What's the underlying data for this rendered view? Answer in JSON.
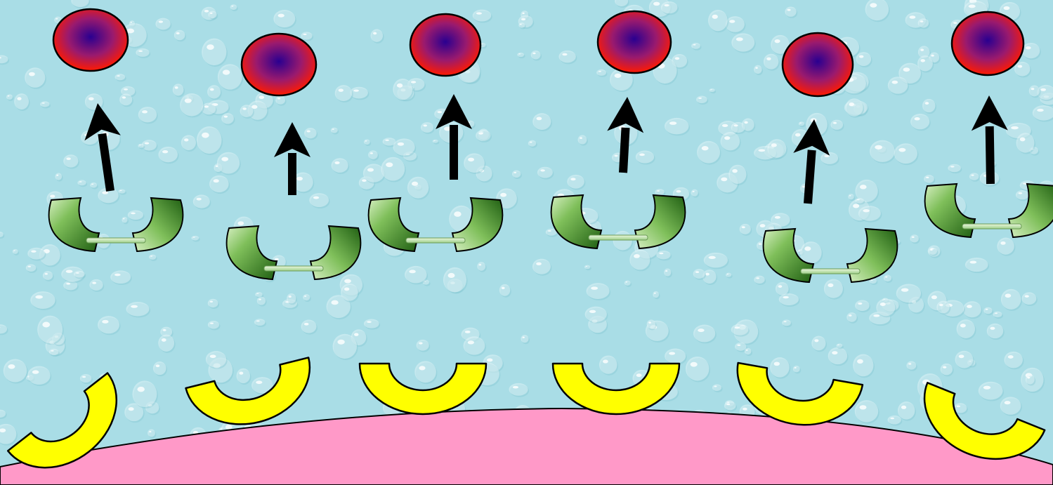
{
  "scene": {
    "background_color": "#a9dde6",
    "bubble_highlight_color": "#e9f8fb",
    "bubble_shadow_color": "#7fc2cf",
    "cell_color": "#ff99c8",
    "receptor_color": "#ffff00",
    "ball_colors": {
      "center": "#2a0090",
      "mid": "#9a1a6e",
      "edge": "#ff1a00"
    },
    "claw_colors": {
      "light": "#d6efc2",
      "dark": "#1f5e12"
    },
    "arrow_color": "#000000",
    "units": [
      {
        "id": 1,
        "ball": "ball-1",
        "arrow": "arrow-up",
        "antibody": "antibody-1",
        "receptor": "receptor-1"
      },
      {
        "id": 2,
        "ball": "ball-2",
        "arrow": "arrow-up",
        "antibody": "antibody-2",
        "receptor": "receptor-2"
      },
      {
        "id": 3,
        "ball": "ball-3",
        "arrow": "arrow-up",
        "antibody": "antibody-3",
        "receptor": "receptor-3"
      },
      {
        "id": 4,
        "ball": "ball-4",
        "arrow": "arrow-up",
        "antibody": "antibody-4",
        "receptor": "receptor-4"
      },
      {
        "id": 5,
        "ball": "ball-5",
        "arrow": "arrow-up",
        "antibody": "antibody-5",
        "receptor": "receptor-5"
      },
      {
        "id": 6,
        "ball": "ball-6",
        "arrow": "arrow-up",
        "antibody": "antibody-6",
        "receptor": "receptor-6"
      }
    ]
  }
}
